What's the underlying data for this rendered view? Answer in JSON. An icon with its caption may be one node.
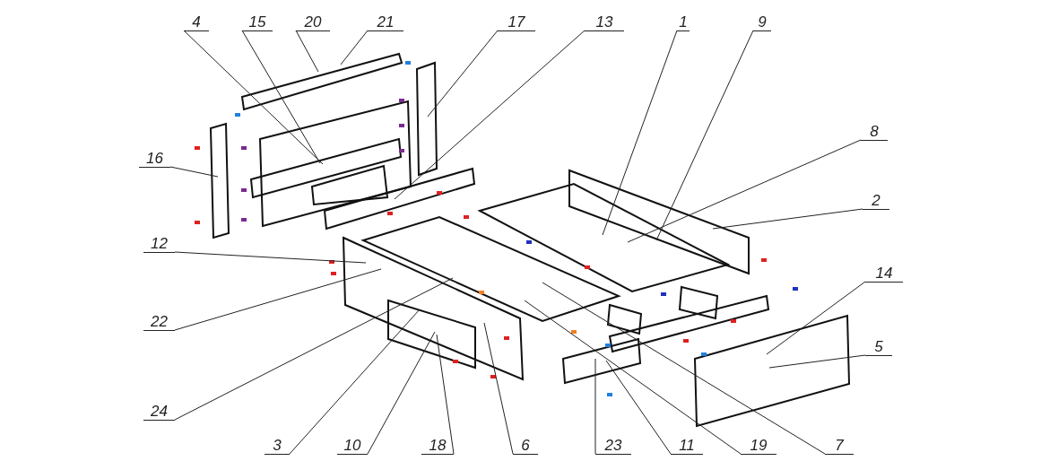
{
  "diagram": {
    "nodes": [
      {
        "text": [
          "4"
        ]
      },
      {
        "text": [
          "15"
        ]
      },
      {
        "text": [
          "20"
        ]
      },
      {
        "text": [
          "21"
        ]
      },
      {
        "text": [
          "17"
        ]
      },
      {
        "text": [
          "13"
        ]
      },
      {
        "text": [
          "1"
        ]
      },
      {
        "text": [
          "9"
        ]
      },
      {
        "text": [
          "8"
        ]
      },
      {
        "text": [
          "16"
        ]
      },
      {
        "text": [
          "2"
        ]
      },
      {
        "text": [
          "12"
        ]
      },
      {
        "text": [
          "14"
        ]
      },
      {
        "text": [
          "22"
        ]
      },
      {
        "text": [
          "5"
        ]
      },
      {
        "text": [
          "24"
        ]
      },
      {
        "text": [
          "3"
        ]
      },
      {
        "text": [
          "10"
        ]
      },
      {
        "text": [
          "18"
        ]
      },
      {
        "text": [
          "6"
        ]
      },
      {
        "text": [
          "23"
        ]
      },
      {
        "text": [
          "11"
        ]
      },
      {
        "text": [
          "19"
        ]
      },
      {
        "text": [
          "7"
        ]
      }
    ],
    "edges": [
      {
        "from": 0,
        "to": null,
        "arrow": "none"
      },
      {
        "from": 1,
        "to": null,
        "arrow": "none"
      },
      {
        "from": 2,
        "to": null,
        "arrow": "none"
      },
      {
        "from": 3,
        "to": null,
        "arrow": "none"
      },
      {
        "from": 4,
        "to": null,
        "arrow": "none"
      },
      {
        "from": 5,
        "to": null,
        "arrow": "none"
      },
      {
        "from": 6,
        "to": null,
        "arrow": "none"
      },
      {
        "from": 7,
        "to": null,
        "arrow": "none"
      },
      {
        "from": 8,
        "to": null,
        "arrow": "none"
      },
      {
        "from": 9,
        "to": null,
        "arrow": "none"
      },
      {
        "from": 10,
        "to": null,
        "arrow": "none"
      },
      {
        "from": 11,
        "to": null,
        "arrow": "none"
      },
      {
        "from": 12,
        "to": null,
        "arrow": "none"
      },
      {
        "from": 13,
        "to": null,
        "arrow": "none"
      },
      {
        "from": 14,
        "to": null,
        "arrow": "none"
      },
      {
        "from": 15,
        "to": null,
        "arrow": "none"
      },
      {
        "from": 16,
        "to": null,
        "arrow": "none"
      },
      {
        "from": 17,
        "to": null,
        "arrow": "none"
      },
      {
        "from": 18,
        "to": null,
        "arrow": "none"
      },
      {
        "from": 19,
        "to": null,
        "arrow": "none"
      },
      {
        "from": 20,
        "to": null,
        "arrow": "none"
      },
      {
        "from": 21,
        "to": null,
        "arrow": "none"
      },
      {
        "from": 22,
        "to": null,
        "arrow": "none"
      },
      {
        "from": 23,
        "to": null,
        "arrow": "none"
      }
    ]
  }
}
